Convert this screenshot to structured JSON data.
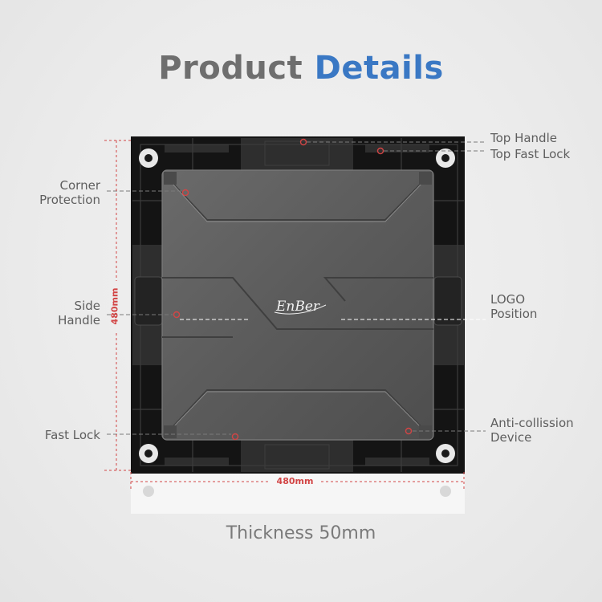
{
  "header": {
    "title_part1": "Product",
    "title_part2": "Details"
  },
  "labels": {
    "top_handle": "Top Handle",
    "top_fast_lock": "Top Fast Lock",
    "corner_protection_line1": "Corner",
    "corner_protection_line2": "Protection",
    "side_handle_line1": "Side",
    "side_handle_line2": "Handle",
    "logo_position_line1": "LOGO",
    "logo_position_line2": "Position",
    "fast_lock": "Fast Lock",
    "anti_collision_line1": "Anti-collission",
    "anti_collision_line2": "Device"
  },
  "dimensions": {
    "height": "480mm",
    "width": "480mm"
  },
  "logo_text": "EnBer",
  "footer": {
    "thickness": "Thickness 50mm"
  },
  "colors": {
    "title_grey": "#6e6e6e",
    "title_blue": "#3a78c4",
    "dimension_red": "#d24545"
  }
}
